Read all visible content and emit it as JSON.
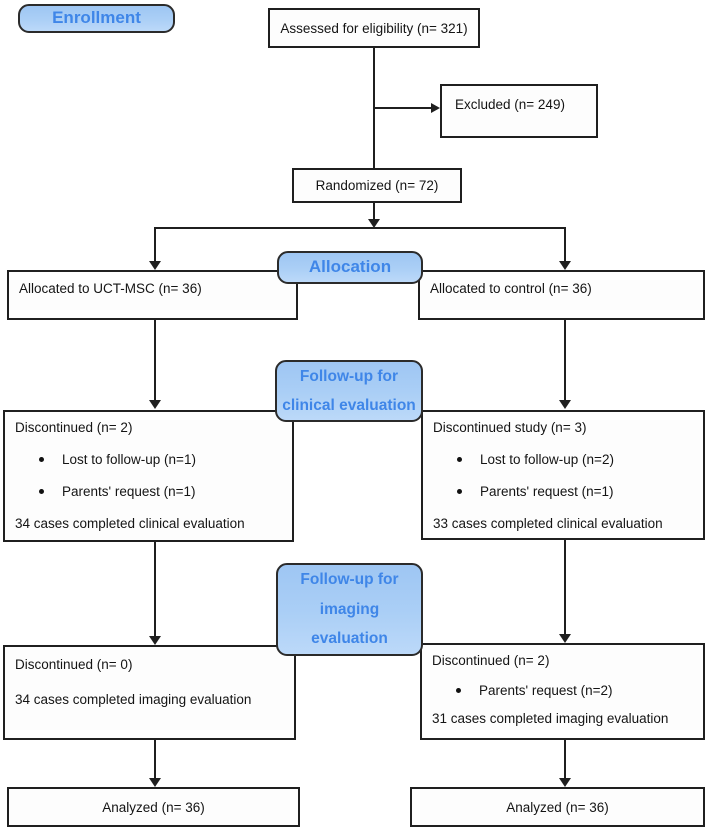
{
  "colors": {
    "badge_fill": "#a9cdf4",
    "badge_border": "#2b2b2b",
    "badge_text": "#3f86e8",
    "box_fill": "#fdfdfd",
    "box_border": "#1f1f1f",
    "line": "#1f1f1f"
  },
  "badges": {
    "enrollment": "Enrollment",
    "allocation": "Allocation",
    "followup_clinical_lines": [
      "Follow-up for",
      "clinical evaluation"
    ],
    "followup_imaging_lines": [
      "Follow-up for",
      "imaging",
      "evaluation"
    ]
  },
  "boxes": {
    "assessed": "Assessed for eligibility (n= 321)",
    "excluded": "Excluded (n= 249)",
    "randomized": "Randomized (n= 72)",
    "allocated_left": "Allocated to UCT-MSC (n= 36)",
    "allocated_right": "Allocated to control (n= 36)",
    "followup_clinical_left": {
      "title": "Discontinued (n= 2)",
      "bullets": [
        "Lost to follow-up (n=1)",
        "Parents' request (n=1)"
      ],
      "footer": "34 cases completed clinical evaluation"
    },
    "followup_clinical_right": {
      "title": "Discontinued study (n= 3)",
      "bullets": [
        "Lost to follow-up (n=2)",
        "Parents' request (n=1)"
      ],
      "footer": "33 cases completed clinical evaluation"
    },
    "followup_imaging_left": {
      "title": "Discontinued (n= 0)",
      "footer": "34 cases completed imaging evaluation"
    },
    "followup_imaging_right": {
      "title": "Discontinued (n= 2)",
      "bullets": [
        "Parents' request (n=2)"
      ],
      "footer": "31 cases completed imaging evaluation"
    },
    "analyzed_left": "Analyzed (n= 36)",
    "analyzed_right": "Analyzed (n= 36)"
  }
}
